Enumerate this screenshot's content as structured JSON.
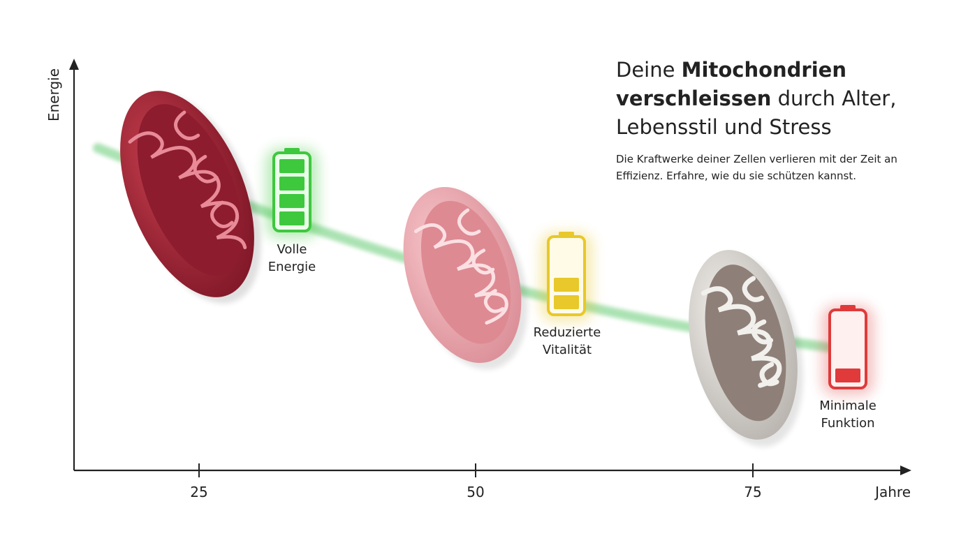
{
  "headline": {
    "part1": "Deine ",
    "bold": "Mitochondrien verschleissen",
    "part2": " durch Alter, Lebensstil und Stress"
  },
  "subtext": "Die Kraftwerke deiner Zellen verlieren mit der Zeit an Effizienz. Erfahre, wie du sie schützen kannst.",
  "axes": {
    "y_label": "Energie",
    "x_label": "Jahre",
    "x_ticks": [
      "25",
      "50",
      "75"
    ]
  },
  "stages": [
    {
      "label_line1": "Volle",
      "label_line2": "Energie",
      "battery_level": 1.0,
      "battery_color": "#3ec83e",
      "mito_color": "#a8263a",
      "mito_inner": "#8c1c2e",
      "mito_fold": "#e88a98"
    },
    {
      "label_line1": "Reduzierte",
      "label_line2": "Vitalität",
      "battery_level": 0.5,
      "battery_color": "#e8c82a",
      "mito_color": "#eba6ad",
      "mito_inner": "#de8a93",
      "mito_fold": "#fbe0e3"
    },
    {
      "label_line1": "Minimale",
      "label_line2": "Funktion",
      "battery_level": 0.25,
      "battery_color": "#e03a3a",
      "mito_color": "#d6d3cf",
      "mito_inner": "#8e8078",
      "mito_fold": "#f2f0ec"
    }
  ],
  "colors": {
    "energy_curve": "#8fd99a",
    "axis": "#222222"
  }
}
